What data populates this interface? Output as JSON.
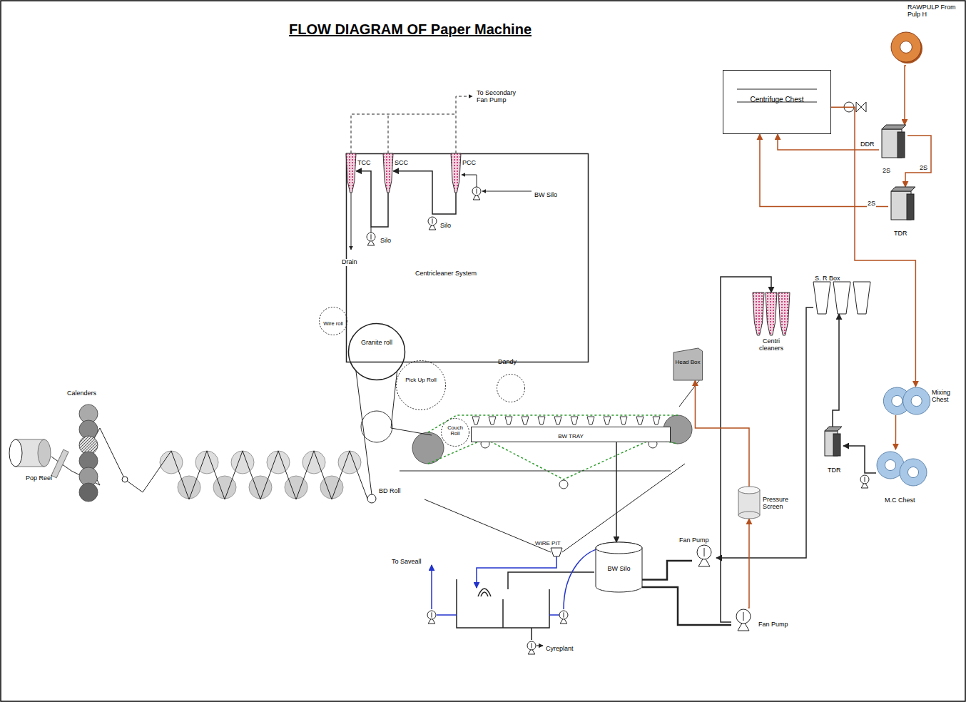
{
  "diagram": {
    "title": "FLOW DIAGRAM OF Paper Machine",
    "nodes": [
      {
        "text": [
          "RAWPULP From Pulp H"
        ]
      },
      {
        "text": [
          "DDR"
        ]
      },
      {
        "text": [
          "TDR"
        ]
      },
      {
        "text": [
          "Centrifuge Chest"
        ]
      },
      {
        "text": [
          "Mixing Chest"
        ]
      },
      {
        "text": [
          "M.C Chest"
        ]
      },
      {
        "text": [
          "TDR"
        ]
      },
      {
        "text": [
          "S. R Box"
        ]
      },
      {
        "text": [
          "Centri cleaners"
        ]
      },
      {
        "text": [
          "Pressure Screen"
        ]
      },
      {
        "text": [
          "Fan Pump"
        ]
      },
      {
        "text": [
          "Fan Pump"
        ]
      },
      {
        "text": [
          "BW Silo"
        ]
      },
      {
        "text": [
          "WIRE PIT"
        ]
      },
      {
        "text": [
          "Head Box"
        ]
      },
      {
        "text": [
          "BW TRAY"
        ]
      },
      {
        "text": [
          "Dandy"
        ]
      },
      {
        "text": [
          "Couch Roll"
        ]
      },
      {
        "text": [
          "Pick Up Roll"
        ]
      },
      {
        "text": [
          "Granite roll"
        ]
      },
      {
        "text": [
          "Wire roll"
        ]
      },
      {
        "text": [
          "BD Roll"
        ]
      },
      {
        "text": [
          "Calenders"
        ]
      },
      {
        "text": [
          "Pop Reel"
        ]
      },
      {
        "text": [
          "Centricleaner System"
        ]
      },
      {
        "text": [
          "TCC"
        ],
        "in": 24
      },
      {
        "text": [
          "SCC"
        ],
        "in": 24
      },
      {
        "text": [
          "PCC"
        ],
        "in": 24
      }
    ],
    "edges": [
      {
        "from": 0,
        "to": 1,
        "arrow": "to"
      },
      {
        "from": 1,
        "to": 2,
        "arrow": "to"
      },
      {
        "from": 1,
        "to": 3,
        "arrow": "to"
      },
      {
        "from": 2,
        "to": 3,
        "arrow": "to"
      },
      {
        "from": 3,
        "to": 4,
        "arrow": "to"
      },
      {
        "from": 4,
        "to": 5,
        "arrow": "to"
      },
      {
        "from": 5,
        "to": 6,
        "arrow": "to"
      },
      {
        "from": 6,
        "to": 7,
        "arrow": "to"
      },
      {
        "from": 7,
        "to": 10,
        "arrow": "to"
      },
      {
        "from": 11,
        "to": 8,
        "arrow": "to"
      },
      {
        "from": 11,
        "to": 9,
        "arrow": "to"
      },
      {
        "from": 9,
        "to": 14,
        "arrow": "to"
      },
      {
        "from": 12,
        "to": 10,
        "arrow": "none"
      },
      {
        "from": 12,
        "to": 11,
        "arrow": "none"
      },
      {
        "from": 15,
        "to": 12,
        "arrow": "to"
      },
      {
        "from": 27,
        "to": 26,
        "arrow": "to"
      },
      {
        "from": 26,
        "to": 25,
        "arrow": "to"
      }
    ],
    "labels": [
      "To Secondary Fan Pump",
      "BW Silo",
      "Silo",
      "Silo",
      "Drain",
      "2S",
      "2S",
      "2S",
      "To Saveall",
      "Cyreplant"
    ]
  }
}
